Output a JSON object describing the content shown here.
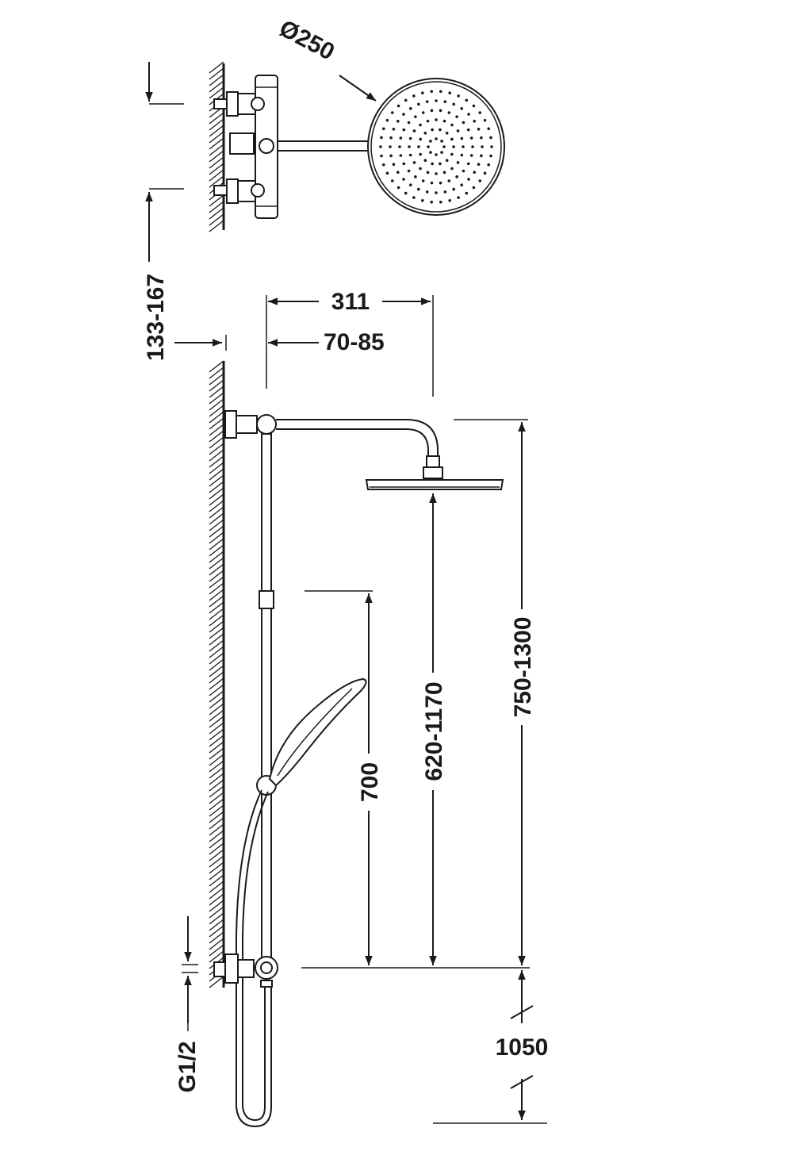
{
  "dimensions": {
    "head_diameter": "Ø250",
    "arm_length": "311",
    "wall_offset": "70-85",
    "inlet_spacing": "133-167",
    "rail_height": "700",
    "head_height": "620-1170",
    "total_height": "750-1300",
    "floor_height": "1050",
    "thread": "G1/2"
  }
}
